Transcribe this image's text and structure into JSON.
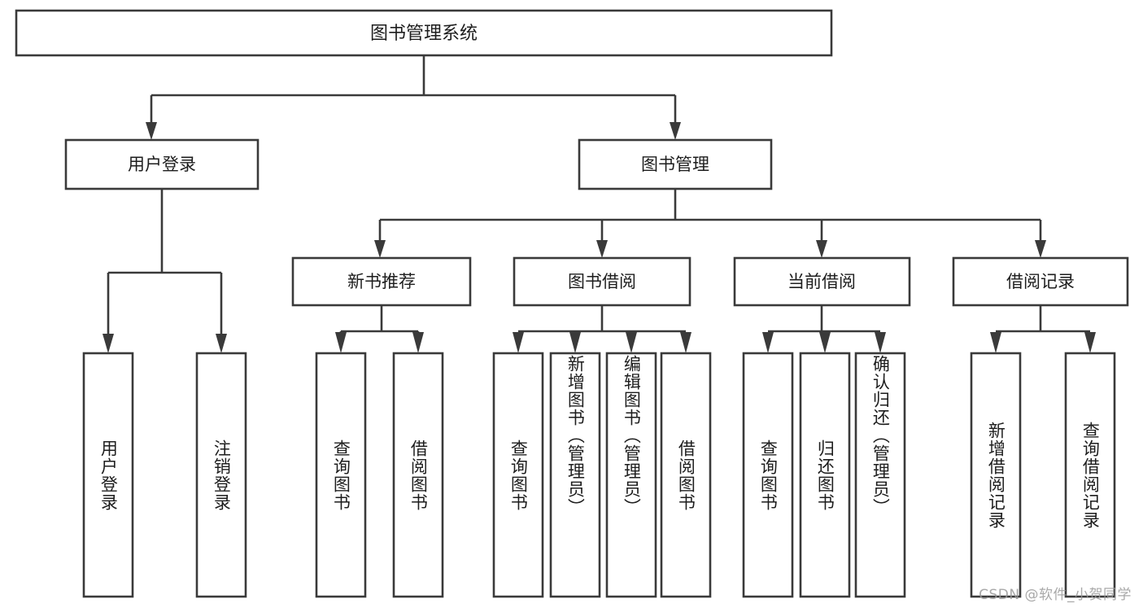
{
  "diagram": {
    "title": "图书管理系统",
    "type": "tree",
    "watermark": "CSDN @软件_小贺同学",
    "colors": {
      "box_stroke": "#3a3a3a",
      "box_fill": "#ffffff",
      "connector": "#3a3a3a",
      "text": "#1d1d1d",
      "background": "#ffffff",
      "watermark": "#9a9a9a"
    },
    "root": {
      "label": "图书管理系统"
    },
    "level2": [
      {
        "label": "用户登录"
      },
      {
        "label": "图书管理"
      }
    ],
    "level3": [
      {
        "label": "新书推荐"
      },
      {
        "label": "图书借阅"
      },
      {
        "label": "当前借阅"
      },
      {
        "label": "借阅记录"
      }
    ],
    "leaves": {
      "user_login": [
        {
          "label": "用户登录"
        },
        {
          "label": "注销登录"
        }
      ],
      "new_book_recommend": [
        {
          "label": "查询图书"
        },
        {
          "label": "借阅图书"
        }
      ],
      "book_borrow": [
        {
          "label": "查询图书"
        },
        {
          "label": "新增图书（管理员）"
        },
        {
          "label": "编辑图书（管理员）"
        },
        {
          "label": "借阅图书"
        }
      ],
      "current_borrow": [
        {
          "label": "查询图书"
        },
        {
          "label": "归还图书"
        },
        {
          "label": "确认归还（管理员）"
        }
      ],
      "borrow_record": [
        {
          "label": "新增借阅记录"
        },
        {
          "label": "查询借阅记录"
        }
      ]
    }
  }
}
